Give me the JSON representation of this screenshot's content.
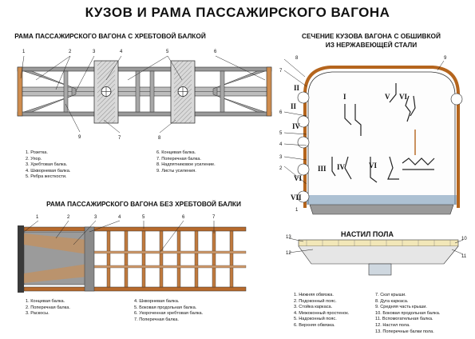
{
  "title": "КУЗОВ И РАМА ПАССАЖИРСКОГО ВАГОНА",
  "sections": {
    "frame_with_beam": "РАМА ПАССАЖИРСКОГО ВАГОНА С ХРЕБТОВОЙ БАЛКОЙ",
    "body_section_line1": "СЕЧЕНИЕ КУЗОВА ВАГОНА С ОБШИВКОЙ",
    "body_section_line2": "ИЗ НЕРЖАВЕЮЩЕЙ СТАЛИ",
    "frame_without_beam": "РАМА ПАССАЖИРСКОГО ВАГОНА БЕЗ ХРЕБТОВОЙ БАЛКИ",
    "floor": "НАСТИЛ ПОЛА"
  },
  "legend_frame1_col1": [
    "1. Розетка.",
    "2. Упор.",
    "3. Хребтовая балка.",
    "4. Шкворневая балка.",
    "5. Ребра жесткости."
  ],
  "legend_frame1_col2": [
    "6. Концевая балка.",
    "7. Поперечная балка.",
    "8. Надпятниковое усиление.",
    "9. Листы усиления."
  ],
  "legend_frame2_col1": [
    "1. Концевая балка.",
    "2. Поперечная балка.",
    "3. Раскосы."
  ],
  "legend_frame2_col2": [
    "4. Шкворневая балка.",
    "5. Боковая продольная балка.",
    "6. Укороченная хребтовая балка.",
    "7. Поперечная балка."
  ],
  "legend_body_col1": [
    "1. Нижняя обвязка.",
    "2. Подоконный пояс.",
    "3. Стойка каркаса.",
    "4. Межоконный простенок.",
    "5. Надоконный пояс.",
    "6. Верхняя обвязка."
  ],
  "legend_body_col2": [
    "7. Скат крыши.",
    "8. Дуга каркаса.",
    "9. Средняя часть крыши.",
    "10. Боковая продольная балка.",
    "11. Вспомогательная балка.",
    "12. Настил пола.",
    "13. Поперечные балки пола."
  ],
  "callouts": {
    "frame1_top": [
      "1",
      "2",
      "3",
      "4",
      "5",
      "6"
    ],
    "frame1_bottom": [
      "9",
      "7",
      "8"
    ],
    "frame2_top": [
      "1",
      "2",
      "3",
      "4",
      "5",
      "6",
      "7"
    ],
    "section_left": [
      "8",
      "7",
      "6",
      "5",
      "4",
      "3",
      "2",
      "1"
    ],
    "section_right": [
      "9"
    ],
    "roman": [
      "I",
      "II",
      "III",
      "IV",
      "V",
      "VI",
      "VII"
    ],
    "floor": [
      "13",
      "12",
      "10",
      "11"
    ]
  },
  "colors": {
    "steel": "#808080",
    "dark": "#3a3a3a",
    "wood": "#c98f5a",
    "rust": "#b5651d",
    "floor": "#f2e7b8",
    "blue": "#6b8fb0"
  }
}
